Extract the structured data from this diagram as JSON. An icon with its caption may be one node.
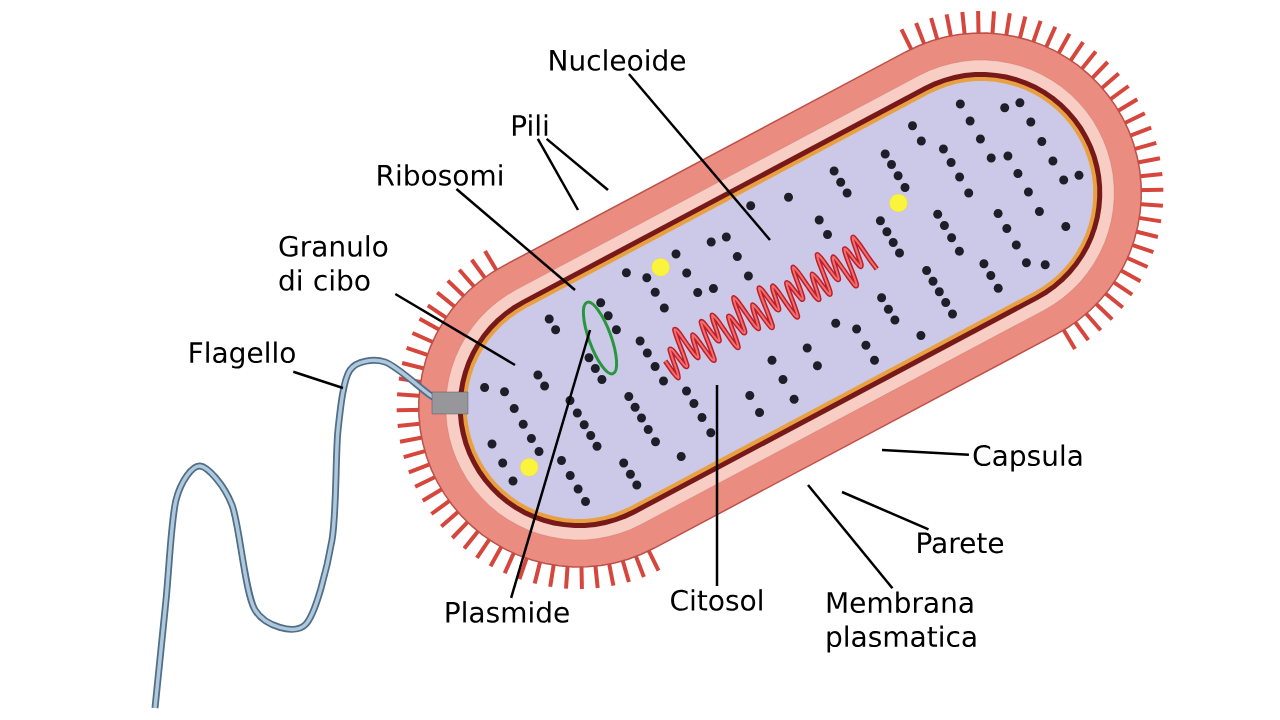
{
  "diagram": {
    "nodes": [
      {
        "text": [
          "Nucleoide"
        ]
      },
      {
        "text": [
          "Pili"
        ]
      },
      {
        "text": [
          "Ribosomi"
        ]
      },
      {
        "text": [
          "Granulo di cibo"
        ]
      },
      {
        "text": [
          "Flagello"
        ]
      },
      {
        "text": [
          "Capsula"
        ]
      },
      {
        "text": [
          "Parete"
        ]
      },
      {
        "text": [
          "Plasmide"
        ]
      },
      {
        "text": [
          "Citosol"
        ]
      },
      {
        "text": [
          "Membrana plasmatica"
        ]
      }
    ],
    "edges": [
      {
        "from": 0,
        "to": null,
        "arrow": "none"
      },
      {
        "from": 1,
        "to": null,
        "arrow": "none"
      },
      {
        "from": 1,
        "to": null,
        "arrow": "none"
      },
      {
        "from": 2,
        "to": null,
        "arrow": "none"
      },
      {
        "from": 3,
        "to": null,
        "arrow": "none"
      },
      {
        "from": 4,
        "to": null,
        "arrow": "none"
      },
      {
        "from": 5,
        "to": null,
        "arrow": "none"
      },
      {
        "from": 6,
        "to": null,
        "arrow": "none"
      },
      {
        "from": 7,
        "to": null,
        "arrow": "none"
      },
      {
        "from": 8,
        "to": null,
        "arrow": "none"
      },
      {
        "from": 9,
        "to": null,
        "arrow": "none"
      }
    ]
  }
}
